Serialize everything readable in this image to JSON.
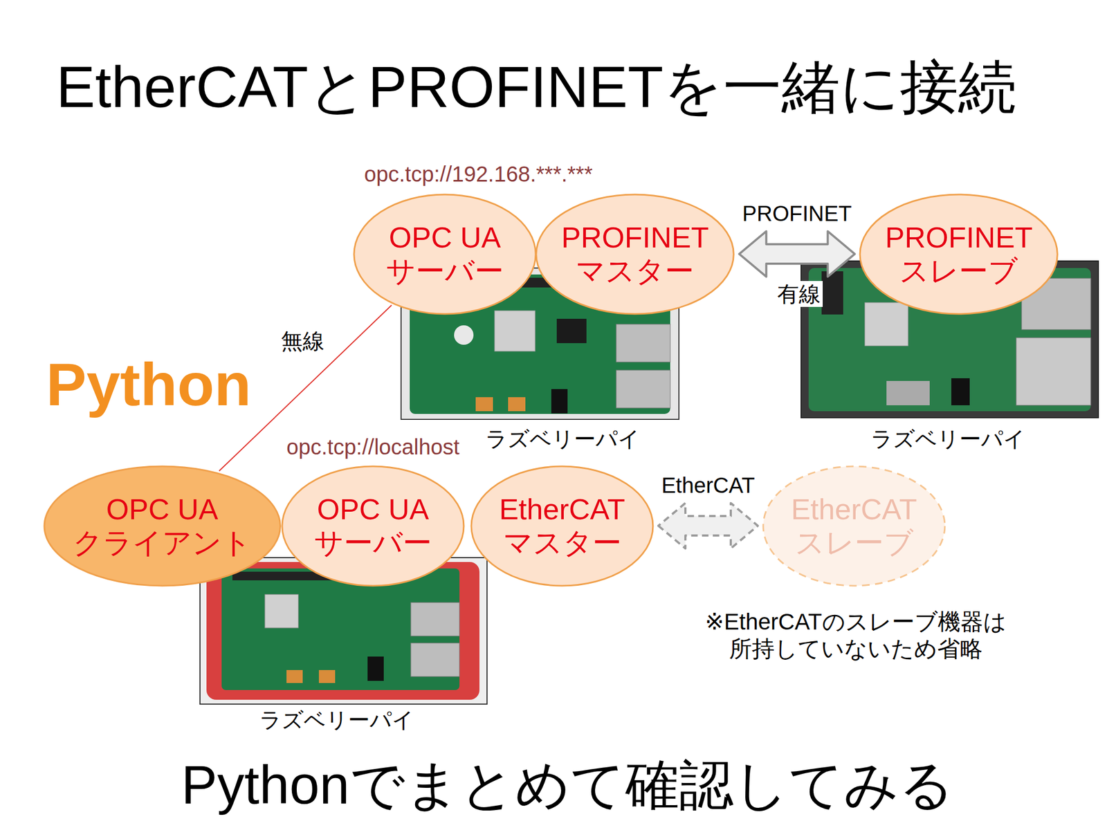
{
  "diagram": {
    "title": "EtherCATとPROFINETを一緒に接続",
    "caption": "Pythonでまとめて確認してみる",
    "nodes": [
      {
        "text": [
          "OPC UA サーバー"
        ]
      },
      {
        "text": [
          "PROFINET マスター"
        ]
      },
      {
        "text": [
          "PROFINET スレーブ"
        ]
      },
      {
        "text": [
          "OPC UA クライアント"
        ]
      },
      {
        "text": [
          "OPC UA サーバー"
        ]
      },
      {
        "text": [
          "EtherCAT マスター"
        ]
      },
      {
        "text": [
          "EtherCAT スレーブ"
        ]
      }
    ],
    "edges": [
      {
        "from": 1,
        "to": 2,
        "arrow": "both",
        "label": "PROFINET"
      },
      {
        "from": 3,
        "to": 0,
        "arrow": "none",
        "label": "無線"
      },
      {
        "from": 5,
        "to": 6,
        "arrow": "both",
        "label": "EtherCAT"
      }
    ],
    "labels": [
      "opc.tcp://192.168.***.***",
      "有線",
      "Python",
      "opc.tcp://localhost",
      "ラズベリーパイ",
      "ラズベリーパイ",
      "ラズベリーパイ",
      "※EtherCATのスレーブ機器は 所持していないため省略"
    ]
  }
}
